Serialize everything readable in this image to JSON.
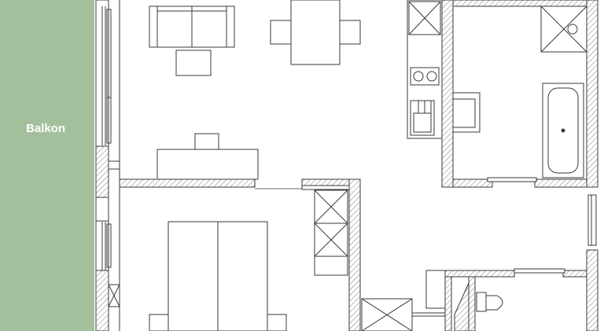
{
  "balcony": {
    "label": "Balkon",
    "color": "#a3bf9c"
  },
  "colors": {
    "wall_hatch": "#7a7a7a",
    "line": "#3a3a3a",
    "paper": "#ffffff"
  },
  "rooms": [
    {
      "id": "living-kitchen",
      "furniture": [
        "sofa",
        "coffee-table",
        "dining-table",
        "chairs",
        "tv-sideboard",
        "kitchen-counter",
        "hob",
        "sink",
        "fridge"
      ]
    },
    {
      "id": "bathroom",
      "fixtures": [
        "shower",
        "bathtub",
        "washbasin"
      ]
    },
    {
      "id": "bedroom",
      "furniture": [
        "double-bed",
        "wardrobe"
      ]
    },
    {
      "id": "guest-wc",
      "fixtures": [
        "toilet",
        "washbasin"
      ]
    },
    {
      "id": "hallway",
      "fixtures": [
        "wardrobe"
      ]
    }
  ]
}
